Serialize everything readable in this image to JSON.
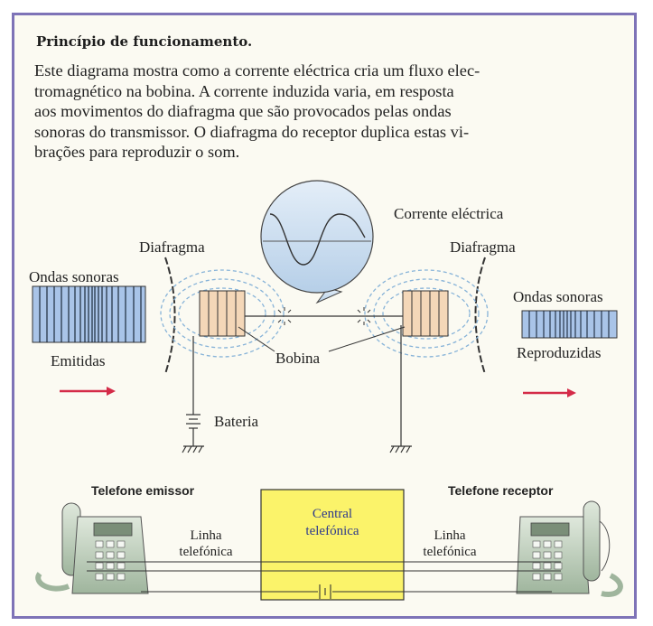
{
  "title": "Princípio de funcionamento.",
  "intro_lines": [
    "Este diagrama mostra como a corrente eléctrica cria um fluxo elec-",
    "tromagnético na bobina. A corrente induzida varia, em resposta",
    "aos movimentos do diafragma que são provocados pelas ondas",
    "sonoras do transmissor. O diafragma do receptor duplica estas vi-",
    "brações para reproduzir o som."
  ],
  "labels": {
    "current": "Corrente eléctrica",
    "diaphragm_left": "Diafragma",
    "diaphragm_right": "Diafragma",
    "waves_left": "Ondas sonoras",
    "waves_left_caption": "Emitidas",
    "waves_right": "Ondas sonoras",
    "waves_right_caption": "Reproduzidas",
    "coil": "Bobina",
    "battery": "Bateria",
    "phone_sender": "Telefone emissor",
    "phone_receiver": "Telefone receptor",
    "central_line1": "Central",
    "central_line2": "telefónica",
    "line_left_1": "Linha",
    "line_left_2": "telefónica",
    "line_right_1": "Linha",
    "line_right_2": "telefónica"
  },
  "colors": {
    "frame": "#7e73b7",
    "panel_bg": "#fbfaf2",
    "wave_fill": "#a9c4e8",
    "coil_fill": "#f4d7b8",
    "arrow": "#d42b48",
    "central_fill": "#fbf36a",
    "bubble_fill": "#cde0f2",
    "phone_fill": "#c9d8c8"
  }
}
